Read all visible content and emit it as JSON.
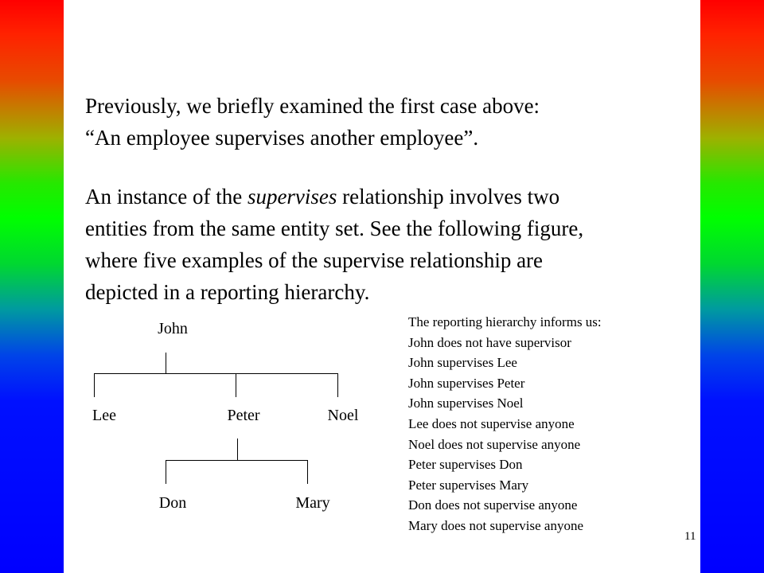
{
  "slide": {
    "paragraph1": [
      "Previously, we briefly examined the first case above:",
      "“An employee supervises another employee”."
    ],
    "paragraph2": {
      "line1_before": "An instance of the ",
      "line1_italic": "supervises",
      "line1_after": " relationship involves two",
      "line2": "entities from the same entity set. See the following figure,",
      "line3": "where five examples of the supervise relationship are",
      "line4": "depicted in a reporting hierarchy."
    },
    "hierarchy": {
      "root": "John",
      "level2": [
        "Lee",
        "Peter",
        "Noel"
      ],
      "level3": [
        "Don",
        "Mary"
      ]
    },
    "info_lines": [
      "The reporting hierarchy informs us:",
      "John does not have supervisor",
      "John supervises Lee",
      "John supervises Peter",
      "John supervises Noel",
      "Lee does not supervise anyone",
      "Noel does not supervise anyone",
      "Peter supervises Don",
      "Peter supervises Mary",
      "Don does not supervise anyone",
      "Mary does not supervise anyone"
    ],
    "page_number": "11"
  }
}
